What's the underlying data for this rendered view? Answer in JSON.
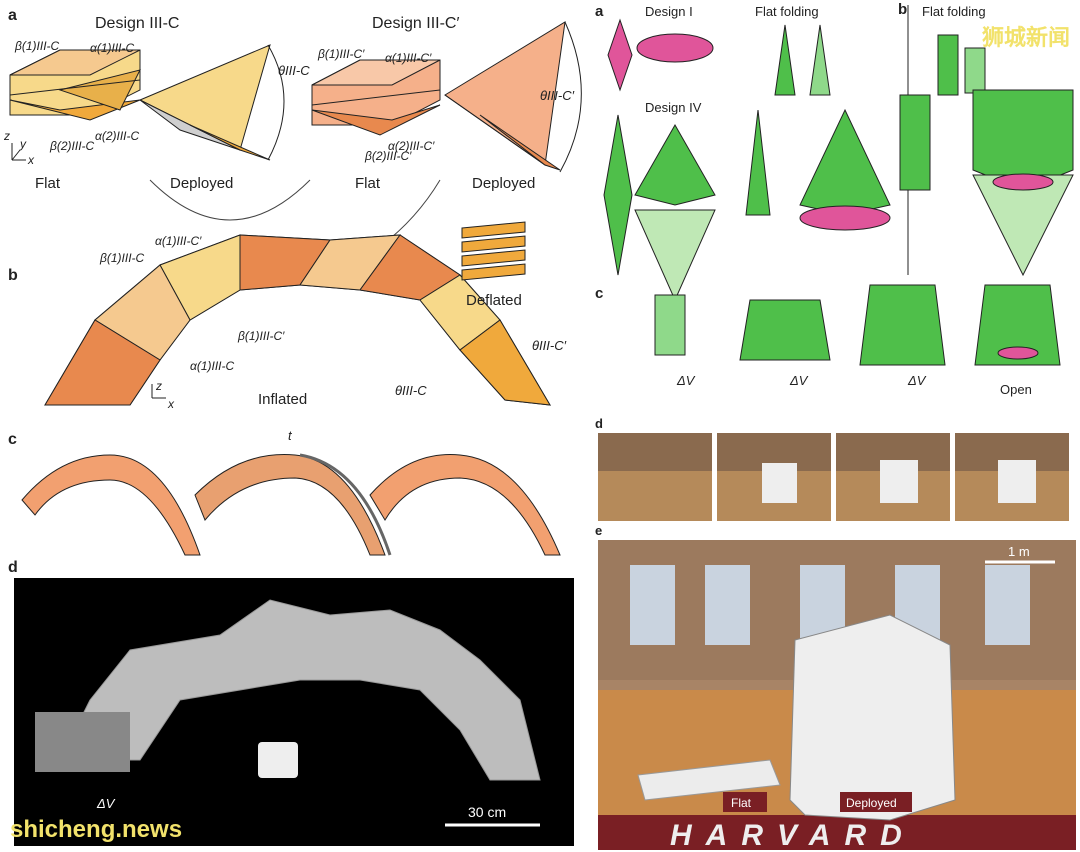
{
  "left": {
    "a_label": "a",
    "b_label": "b",
    "c_label": "c",
    "d_label": "d",
    "design1": "Design III-C",
    "design2": "Design III-C′",
    "flat1": "Flat",
    "deployed1": "Deployed",
    "flat2": "Flat",
    "deployed2": "Deployed",
    "inflated": "Inflated",
    "deflated": "Deflated",
    "t_label": "t",
    "dv_label": "ΔV",
    "scale_label": "30 cm",
    "angles": {
      "beta1_a": "β(1)III-C",
      "alpha1_a": "α(1)III-C",
      "alpha2_a": "α(2)III-C",
      "beta2_a": "β(2)III-C",
      "theta_a": "θIII-C",
      "beta1_b": "β(1)III-C′",
      "alpha1_b": "α(1)III-C′",
      "alpha2_b": "α(2)III-C′",
      "beta2_b": "β(2)III-C′",
      "theta_b": "θIII-C′"
    },
    "axes": {
      "z": "z",
      "y": "y",
      "x": "x"
    }
  },
  "right": {
    "a_label": "a",
    "b_label": "b",
    "c_label": "c",
    "d_label": "d",
    "e_label": "e",
    "design_i": "Design I",
    "flat_folding_a": "Flat folding",
    "flat_folding_b": "Flat folding",
    "design_iv": "Design IV",
    "dv1": "ΔV",
    "dv2": "ΔV",
    "dv3": "ΔV",
    "open": "Open",
    "scale_e": "1 m",
    "flat_e": "Flat",
    "deployed_e": "Deployed",
    "harvard": "HARVARD"
  },
  "watermarks": {
    "top_right": "狮城新闻",
    "bottom_left": "shicheng.news"
  },
  "colors": {
    "orange_dark": "#e8894e",
    "orange_light": "#f5c98f",
    "yellow": "#f7d98a",
    "green": "#4fbf4a",
    "green_light": "#bfe8b5",
    "magenta": "#e0559a",
    "gym_wood": "#c98a4a",
    "harvard_red": "#7a1f24"
  }
}
